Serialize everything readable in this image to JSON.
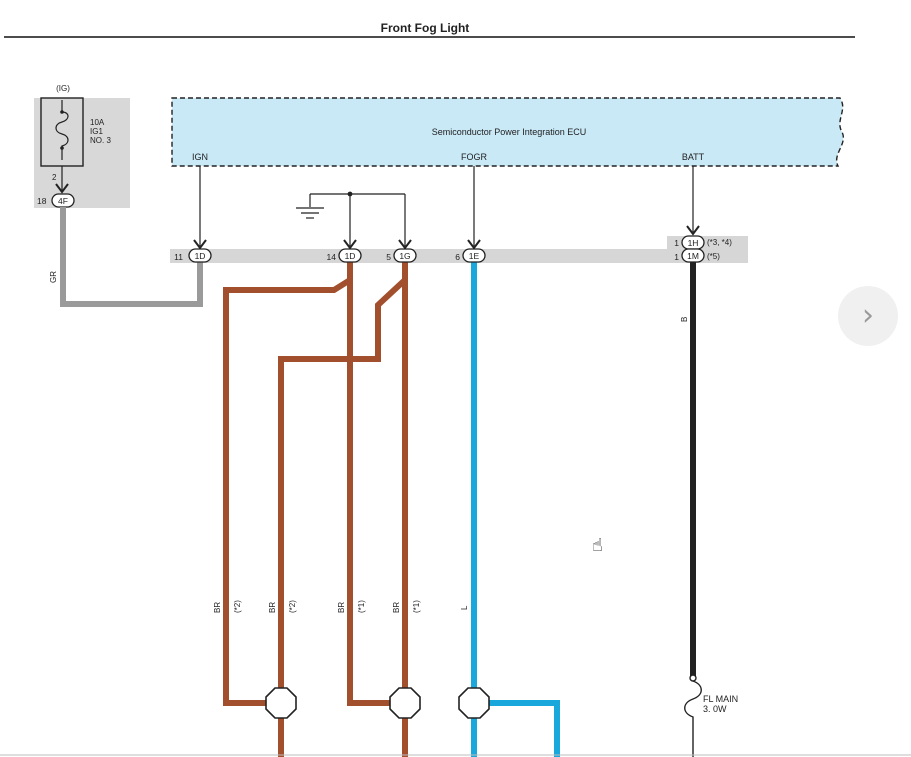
{
  "page_title": "Front Fog Light",
  "fuse": {
    "source_label": "(IG)",
    "rating": "10A",
    "name": "IG1",
    "number": "NO. 3",
    "pin": "2",
    "connector_pin": "18",
    "connector": "4F"
  },
  "ecu": {
    "name": "Semiconductor Power Integration ECU",
    "terminals": [
      "IGN",
      "FOGR",
      "BATT"
    ]
  },
  "connectors": [
    {
      "pin": "11",
      "id": "1D"
    },
    {
      "pin": "14",
      "id": "1D"
    },
    {
      "pin": "5",
      "id": "1G"
    },
    {
      "pin": "6",
      "id": "1E"
    },
    {
      "pin": "1",
      "id": "1H",
      "note": "(*3, *4)"
    },
    {
      "pin": "1",
      "id": "1M",
      "note": "(*5)"
    }
  ],
  "wires": [
    {
      "color_code": "GR",
      "color": "#9a9a9a"
    },
    {
      "color_code": "BR",
      "note": "(*2)",
      "color": "#a24f2e"
    },
    {
      "color_code": "BR",
      "note": "(*2)",
      "color": "#a24f2e"
    },
    {
      "color_code": "BR",
      "note": "(*1)",
      "color": "#a24f2e"
    },
    {
      "color_code": "BR",
      "note": "(*1)",
      "color": "#a24f2e"
    },
    {
      "color_code": "L",
      "color": "#1aa7dc"
    },
    {
      "color_code": "B",
      "color": "#222222"
    }
  ],
  "fusible_link": {
    "name": "FL MAIN",
    "size": "3. 0W"
  },
  "colors": {
    "ecu_fill": "#c9e9f7",
    "connector_strip": "#d6d6d6",
    "fuse_box": "#d8d8d8"
  },
  "nav": {
    "next_icon": "chevron-right-icon",
    "next_glyph": "›"
  },
  "cursor_icon": "hand-pointer-icon",
  "cursor_glyph": "☝"
}
